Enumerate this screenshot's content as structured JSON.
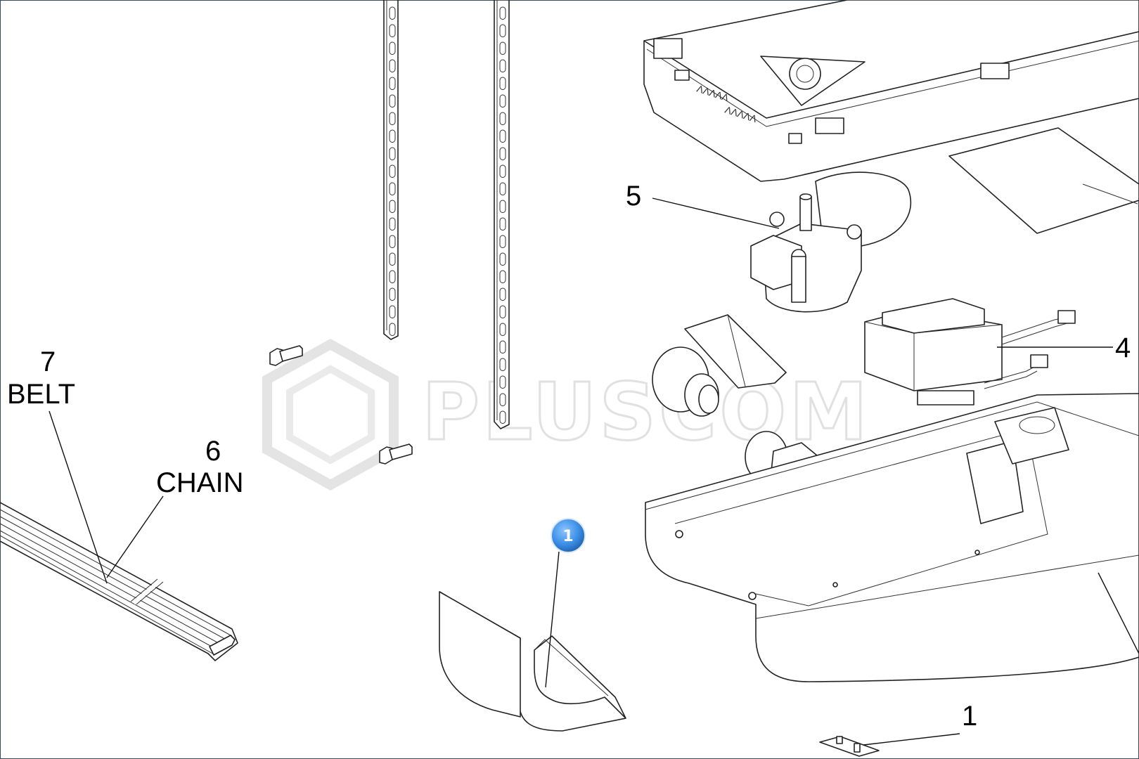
{
  "callouts": {
    "belt_num": "7",
    "belt_label": "BELT",
    "chain_num": "6",
    "chain_label": "CHAIN",
    "part_5": "5",
    "part_4": "4",
    "part_1": "1"
  },
  "marker": {
    "number": "1",
    "color": "#3a8ee6"
  },
  "watermark": {
    "text": "PLUSCOM"
  },
  "colors": {
    "line": "#222222",
    "background": "#ffffff",
    "frame": "#3a4a5a"
  }
}
